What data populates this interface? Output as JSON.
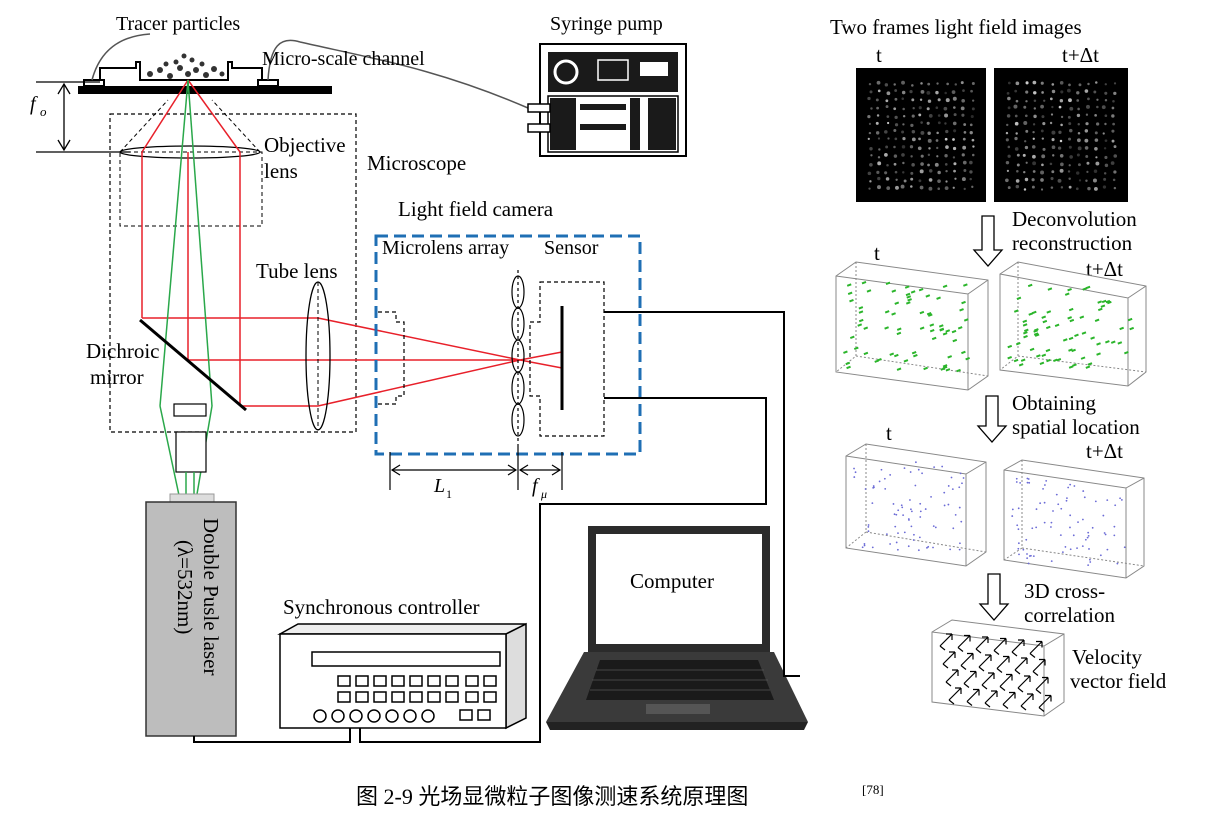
{
  "labels": {
    "tracer_particles": "Tracer particles",
    "micro_channel": "Micro-scale channel",
    "f_o": "f",
    "f_o_sub": "o",
    "objective_lens_1": "Objective",
    "objective_lens_2": "lens",
    "microscope": "Microscope",
    "tube_lens": "Tube lens",
    "dichroic_1": "Dichroic",
    "dichroic_2": "mirror",
    "syringe_pump": "Syringe  pump",
    "light_field_camera": "Light field  camera",
    "microlens_array": "Microlens  array",
    "sensor": "Sensor",
    "L1": "L",
    "L1_sub": "1",
    "f_mu": "f",
    "f_mu_sub": "μ",
    "laser_1": "Double Pusle laser",
    "laser_2": "(λ=532nm)",
    "sync_controller": "Synchronous controller",
    "computer": "Computer",
    "two_frames": "Two  frames light field images",
    "t": "t",
    "t_dt": "t+Δt",
    "deconv_1": "Deconvolution",
    "deconv_2": "reconstruction",
    "obtaining_1": "Obtaining",
    "obtaining_2": "spatial location",
    "crosscorr_1": "3D cross-",
    "crosscorr_2": "correlation",
    "velocity_1": "Velocity",
    "velocity_2": "vector field"
  },
  "caption": {
    "text": "图 2-9 光场显微粒子图像测速系统原理图",
    "ref": "[78]"
  },
  "colors": {
    "red_beam": "#e8202a",
    "green_beam": "#2aa84a",
    "camera_box": "#1f6fb4",
    "laser_body": "#bdbdbd",
    "particles_green": "#2bb52b",
    "particles_blue": "#6b6bd6"
  }
}
